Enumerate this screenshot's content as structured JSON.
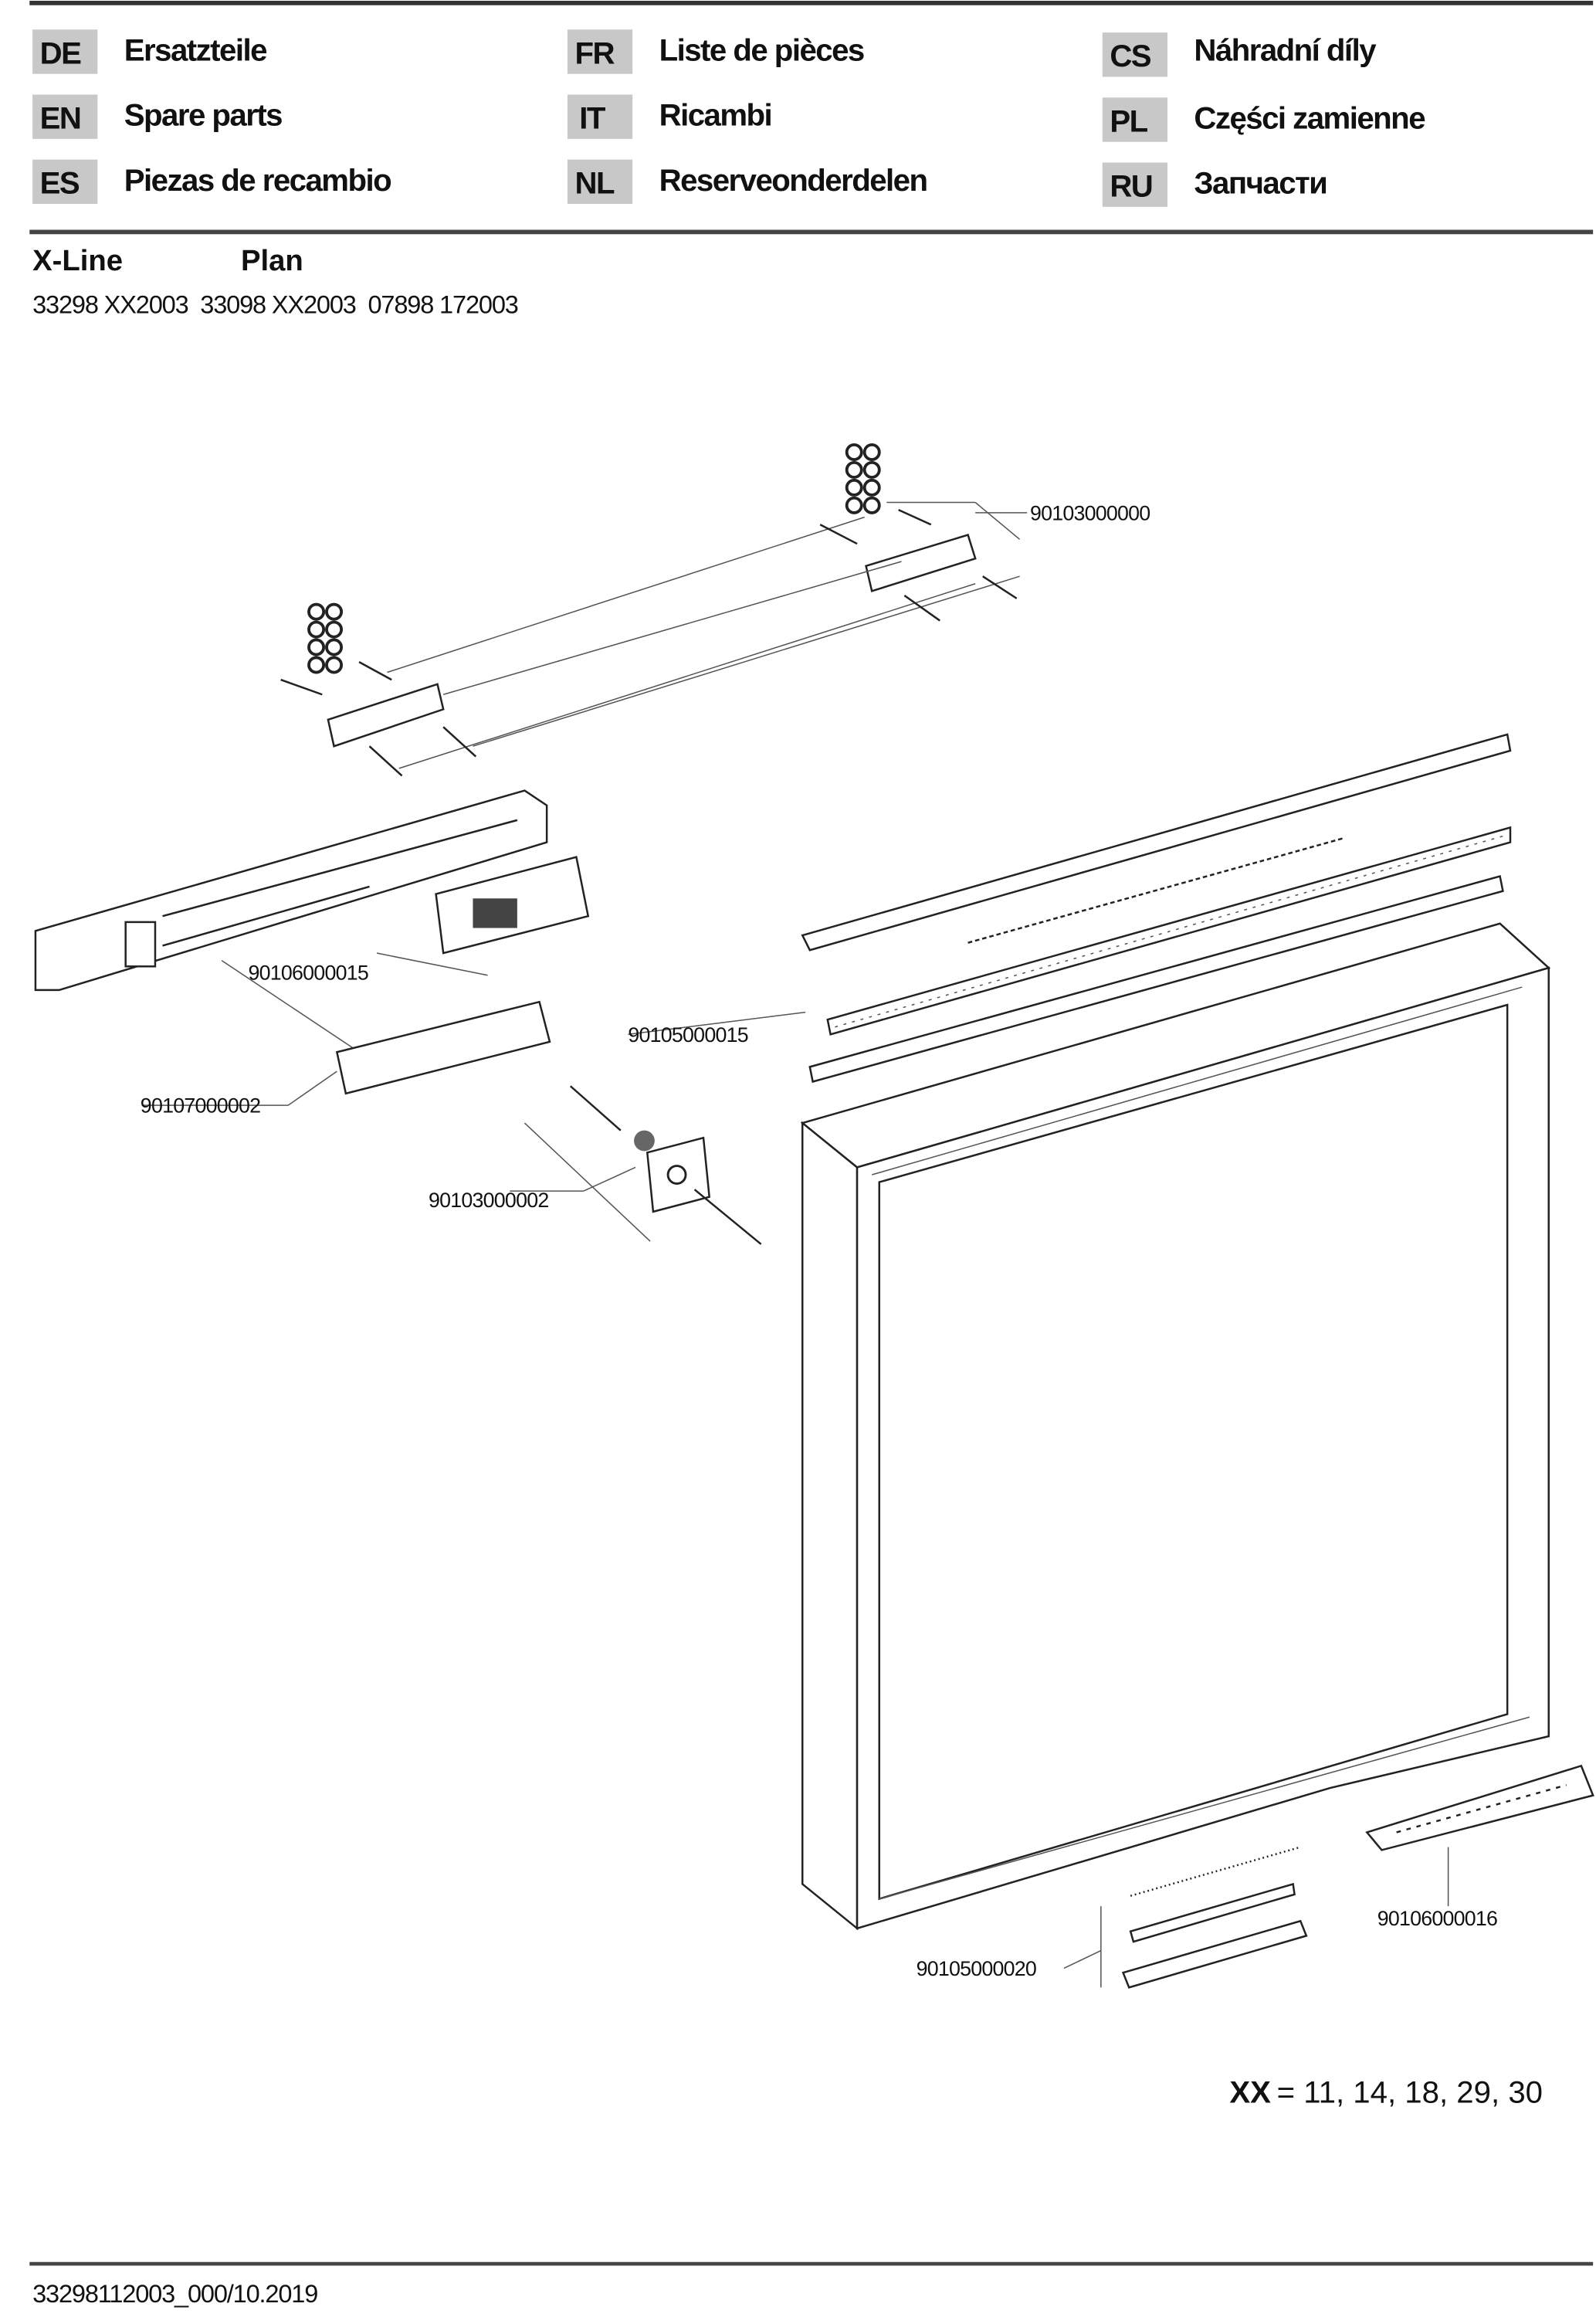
{
  "languages": [
    {
      "code": "DE",
      "label": "Ersatzteile"
    },
    {
      "code": "EN",
      "label": "Spare parts"
    },
    {
      "code": "ES",
      "label": "Piezas de recambio"
    },
    {
      "code": "FR",
      "label": "Liste de pièces"
    },
    {
      "code": "IT",
      "label": "Ricambi"
    },
    {
      "code": "NL",
      "label": "Reserveonderdelen"
    },
    {
      "code": "CS",
      "label": "Náhradní díly"
    },
    {
      "code": "PL",
      "label": "Części zamienne"
    },
    {
      "code": "RU",
      "label": "Запчасти"
    }
  ],
  "product": {
    "lines": [
      "X-Line",
      "Plan"
    ],
    "numbers": "33298 XX2003  33098 XX2003  07898 172003"
  },
  "parts": {
    "p1": "90103000000",
    "p2": "90106000015",
    "p3": "90105000015",
    "p4": "90107000002",
    "p5": "90103000002",
    "p6": "90106000016",
    "p7": "90105000020"
  },
  "variant_note": {
    "key": "XX",
    "values": "= 11, 14, 18, 29, 30"
  },
  "footer": {
    "doc_id": "33298112003_000/10.2019"
  }
}
